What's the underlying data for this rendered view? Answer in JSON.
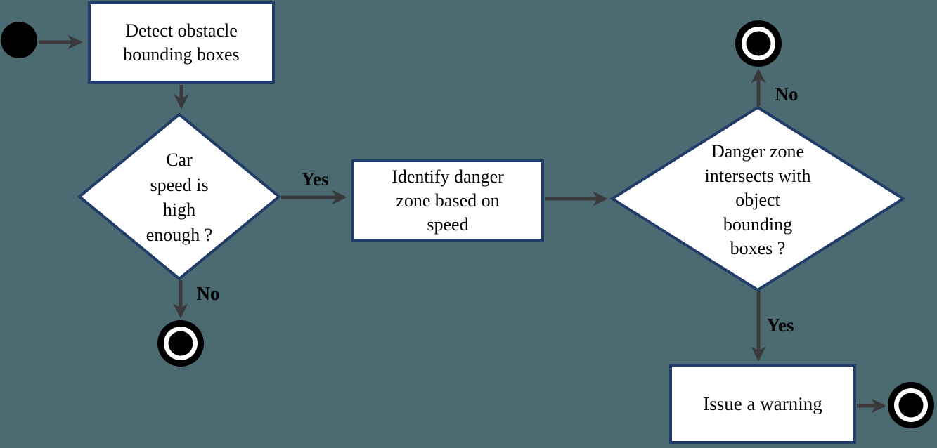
{
  "diagram": {
    "title_semantic": "collision-warning-activity-diagram",
    "colors": {
      "background": "#4C6A72",
      "shape_fill": "#FFFFFF",
      "shape_border": "#213C68",
      "arrow": "#3A3A3C",
      "text": "#050505",
      "terminal_node": "#000000"
    },
    "nodes": {
      "detect": {
        "lines": [
          "Detect obstacle",
          "bounding boxes"
        ]
      },
      "speed_decision": {
        "lines": [
          "Car",
          "speed is",
          "high",
          "enough ?"
        ]
      },
      "identify": {
        "lines": [
          "Identify danger",
          "zone based on",
          "speed"
        ]
      },
      "intersect_decision": {
        "lines": [
          "Danger zone",
          "intersects with",
          "object",
          "bounding",
          "boxes ?"
        ]
      },
      "warning": {
        "lines": [
          "Issue a warning"
        ]
      }
    },
    "edge_labels": {
      "speed_yes": "Yes",
      "speed_no": "No",
      "intersect_no": "No",
      "intersect_yes": "Yes"
    }
  }
}
